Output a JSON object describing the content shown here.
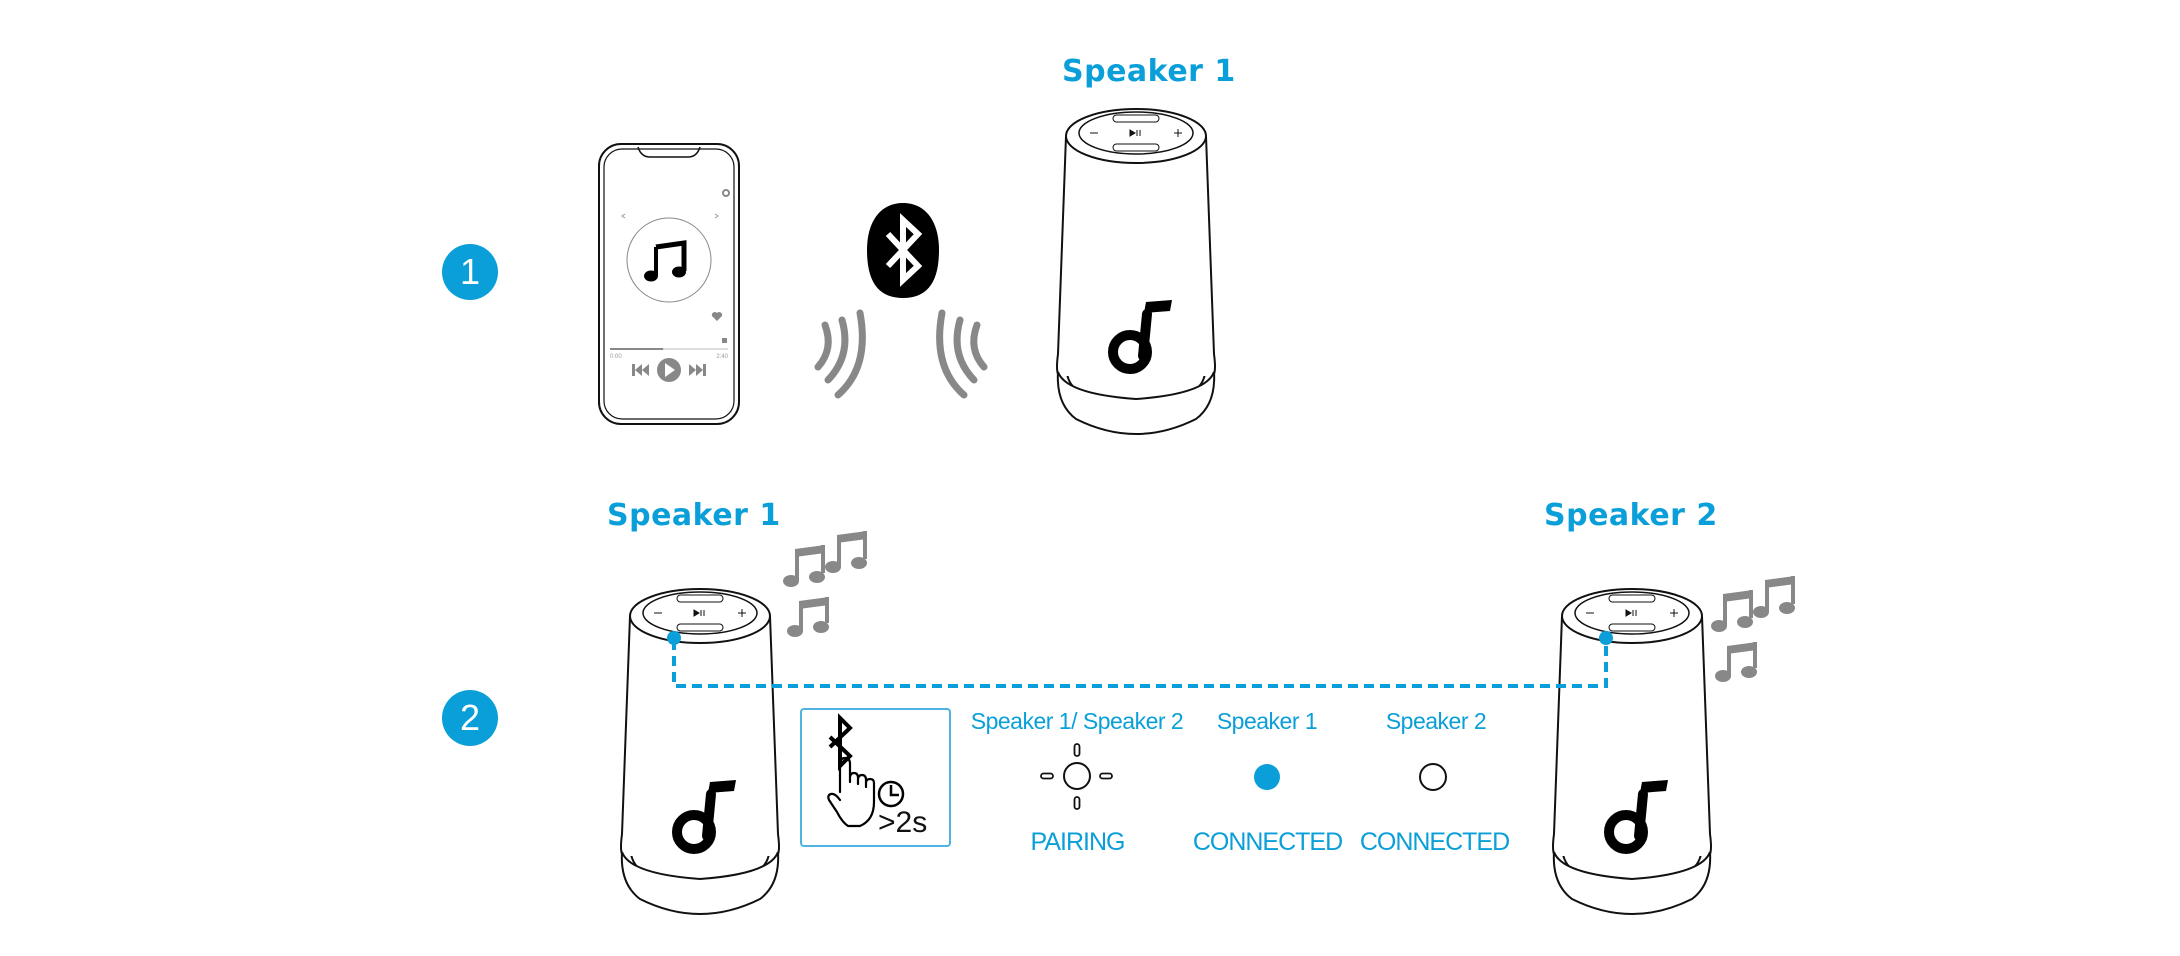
{
  "colors": {
    "accent": "#0a9fd8",
    "note_gray": "#888888",
    "line": "#111111"
  },
  "steps": [
    {
      "number": "1",
      "speaker_title": "Speaker 1",
      "phone": {
        "icons": [
          "gear-icon",
          "chevron-left-icon",
          "chevron-right-icon",
          "music-note-icon",
          "heart-icon",
          "list-icon",
          "previous-icon",
          "play-icon",
          "next-icon"
        ],
        "time_elapsed": "0:00",
        "time_total": "2:40",
        "progress": 0.45
      },
      "connection_icon": "bluetooth-icon"
    },
    {
      "number": "2",
      "speaker_left_title": "Speaker 1",
      "speaker_right_title": "Speaker 2",
      "instruction": {
        "icons": [
          "bluetooth-icon",
          "hand-press-icon",
          "clock-icon"
        ],
        "hold_text": ">2s"
      },
      "indicators": [
        {
          "label": "Speaker 1/ Speaker 2",
          "state": "PAIRING",
          "led": "blinking"
        },
        {
          "label": "Speaker 1",
          "state": "CONNECTED",
          "led": "solid-blue"
        },
        {
          "label": "Speaker 2",
          "state": "CONNECTED",
          "led": "off-white"
        }
      ]
    }
  ]
}
